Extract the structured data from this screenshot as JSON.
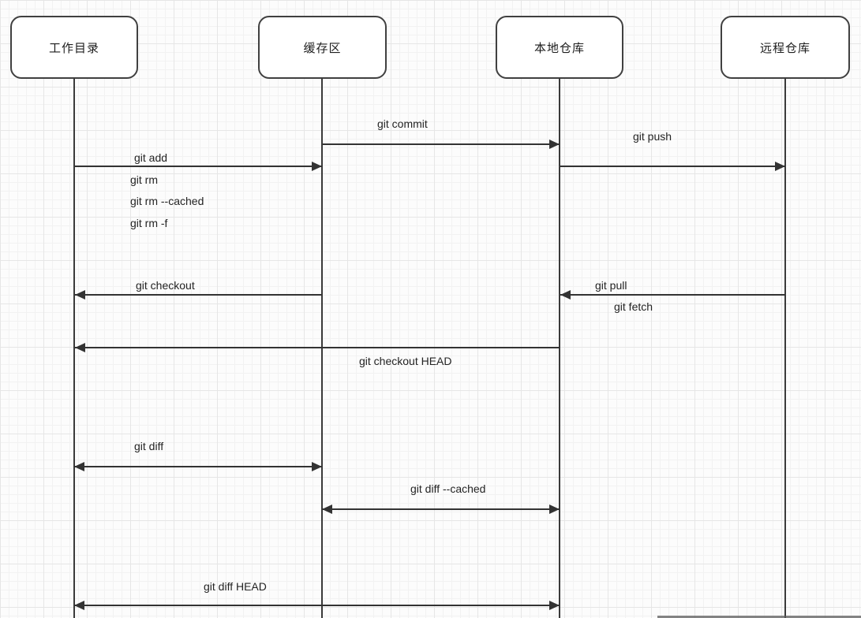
{
  "diagram": {
    "type": "sequence-diagram",
    "actors": [
      {
        "label": "工作目录"
      },
      {
        "label": "缓存区"
      },
      {
        "label": "本地仓库"
      },
      {
        "label": "远程仓库"
      }
    ],
    "messages": {
      "git_commit": {
        "label": "git commit",
        "from": "缓存区",
        "to": "本地仓库",
        "direction": "right"
      },
      "git_push": {
        "label": "git push",
        "from": "本地仓库",
        "to": "远程仓库",
        "direction": "right"
      },
      "git_add": {
        "label": "git add",
        "from": "工作目录",
        "to": "缓存区",
        "direction": "right"
      },
      "git_rm": {
        "label": "git rm",
        "from": "工作目录",
        "to": "缓存区",
        "direction": "right"
      },
      "git_rm_cached": {
        "label": "git rm --cached",
        "from": "工作目录",
        "to": "缓存区",
        "direction": "right"
      },
      "git_rm_f": {
        "label": "git rm -f",
        "from": "工作目录",
        "to": "缓存区",
        "direction": "right"
      },
      "git_checkout": {
        "label": "git checkout",
        "from": "缓存区",
        "to": "工作目录",
        "direction": "left"
      },
      "git_pull": {
        "label": "git pull",
        "from": "远程仓库",
        "to": "本地仓库",
        "direction": "left"
      },
      "git_fetch": {
        "label": "git fetch",
        "from": "远程仓库",
        "to": "本地仓库",
        "direction": "left"
      },
      "git_checkout_head": {
        "label": "git checkout HEAD",
        "from": "本地仓库",
        "to": "工作目录",
        "direction": "left"
      },
      "git_diff": {
        "label": "git diff",
        "from": "工作目录",
        "to": "缓存区",
        "direction": "both"
      },
      "git_diff_cached": {
        "label": "git diff --cached",
        "from": "缓存区",
        "to": "本地仓库",
        "direction": "both"
      },
      "git_diff_head": {
        "label": "git diff HEAD",
        "from": "工作目录",
        "to": "本地仓库",
        "direction": "both"
      }
    },
    "colors": {
      "line": "#333333",
      "box_border": "#404040",
      "box_fill": "#ffffff",
      "background": "#fcfcfc",
      "grid_minor": "#f2f2f2",
      "grid_major": "#e6e6e6",
      "text": "#232323"
    }
  }
}
